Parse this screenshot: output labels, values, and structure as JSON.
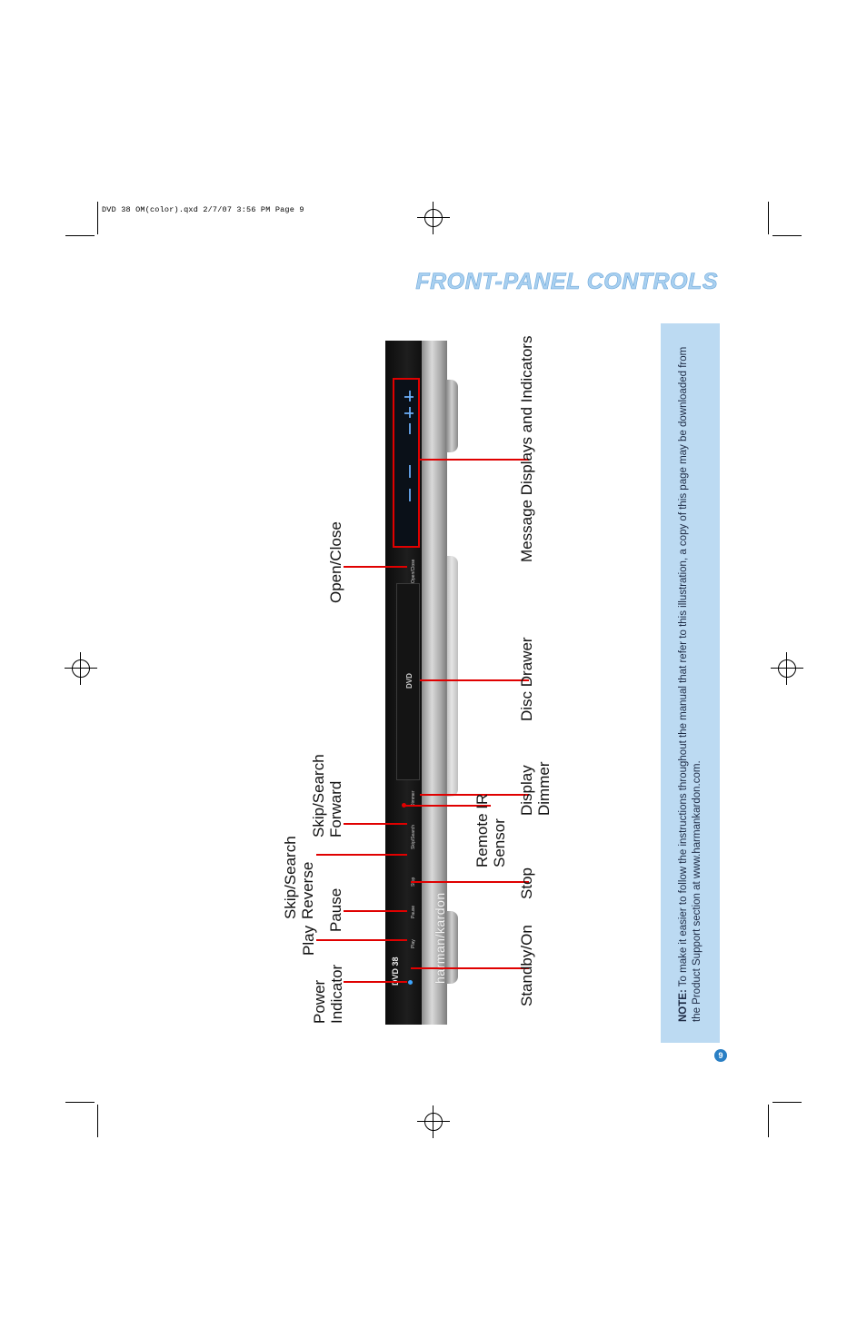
{
  "slug": "DVD 38 OM(color).qxd  2/7/07  3:56 PM  Page 9",
  "title": "FRONT-PANEL CONTROLS",
  "note": {
    "lead": "NOTE:",
    "text": " To make it easier to follow the instructions throughout the manual that refer to this illustration, a copy of this page may be downloaded from the Product Support section at www.harmankardon.com."
  },
  "page_number": "9",
  "device": {
    "brand": "harman/kardon",
    "model": "DVD 38",
    "disc_logo": "DVD",
    "panel_marks": {
      "open_close": "Open/Close",
      "dimmer": "Dimmer",
      "skip_search": "Skip/Search",
      "stop": "Stop",
      "pause": "Pause",
      "play": "Play"
    }
  },
  "labels": {
    "power_indicator": "Power\nIndicator",
    "play": "Play",
    "pause": "Pause",
    "skip_reverse": "Skip/Search\nReverse",
    "skip_forward": "Skip/Search\nForward",
    "open_close": "Open/Close",
    "standby_on": "Standby/On",
    "stop": "Stop",
    "remote_ir": "Remote IR\nSensor",
    "display_dimmer": "Display\nDimmer",
    "disc_drawer": "Disc Drawer",
    "message_displays": "Message Displays and Indicators"
  },
  "colors": {
    "title": "#a9d0f0",
    "note_panel": "#bcdaf2",
    "callout": "#e00000",
    "badge": "#2a7fc4"
  }
}
